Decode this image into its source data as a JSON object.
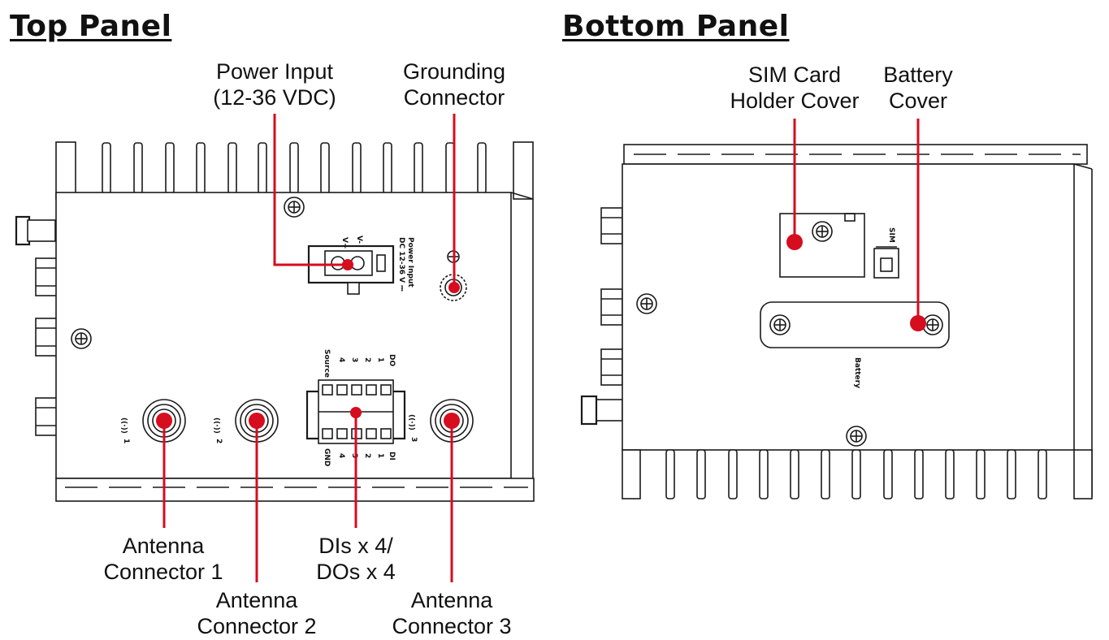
{
  "panels": {
    "top": {
      "title": "Top Panel"
    },
    "bottom": {
      "title": "Bottom Panel"
    }
  },
  "callouts": {
    "power_input": [
      "Power Input",
      "(12-36 VDC)"
    ],
    "grounding": [
      "Grounding",
      "Connector"
    ],
    "antenna1": [
      "Antenna",
      "Connector 1"
    ],
    "antenna2": [
      "Antenna",
      "Connector 2"
    ],
    "dio": [
      "DIs x 4/",
      "DOs x 4"
    ],
    "antenna3": [
      "Antenna",
      "Connector 3"
    ],
    "sim": [
      "SIM Card",
      "Holder Cover"
    ],
    "battery": [
      "Battery",
      "Cover"
    ]
  },
  "device_labels": {
    "power_title": "Power Input",
    "power_rating": "DC 12-36 V ⎓",
    "v_plus": "V+",
    "v_minus": "V-",
    "do": "DO",
    "di": "DI",
    "source": "Source",
    "gnd": "GND",
    "pins": [
      "1",
      "2",
      "3",
      "4"
    ],
    "ant1": "1",
    "ant2": "2",
    "ant3": "3",
    "sim": "SIM",
    "battery": "Battery"
  },
  "colors": {
    "callout_line": "#d50d1e",
    "outline": "#1a1a1a"
  }
}
